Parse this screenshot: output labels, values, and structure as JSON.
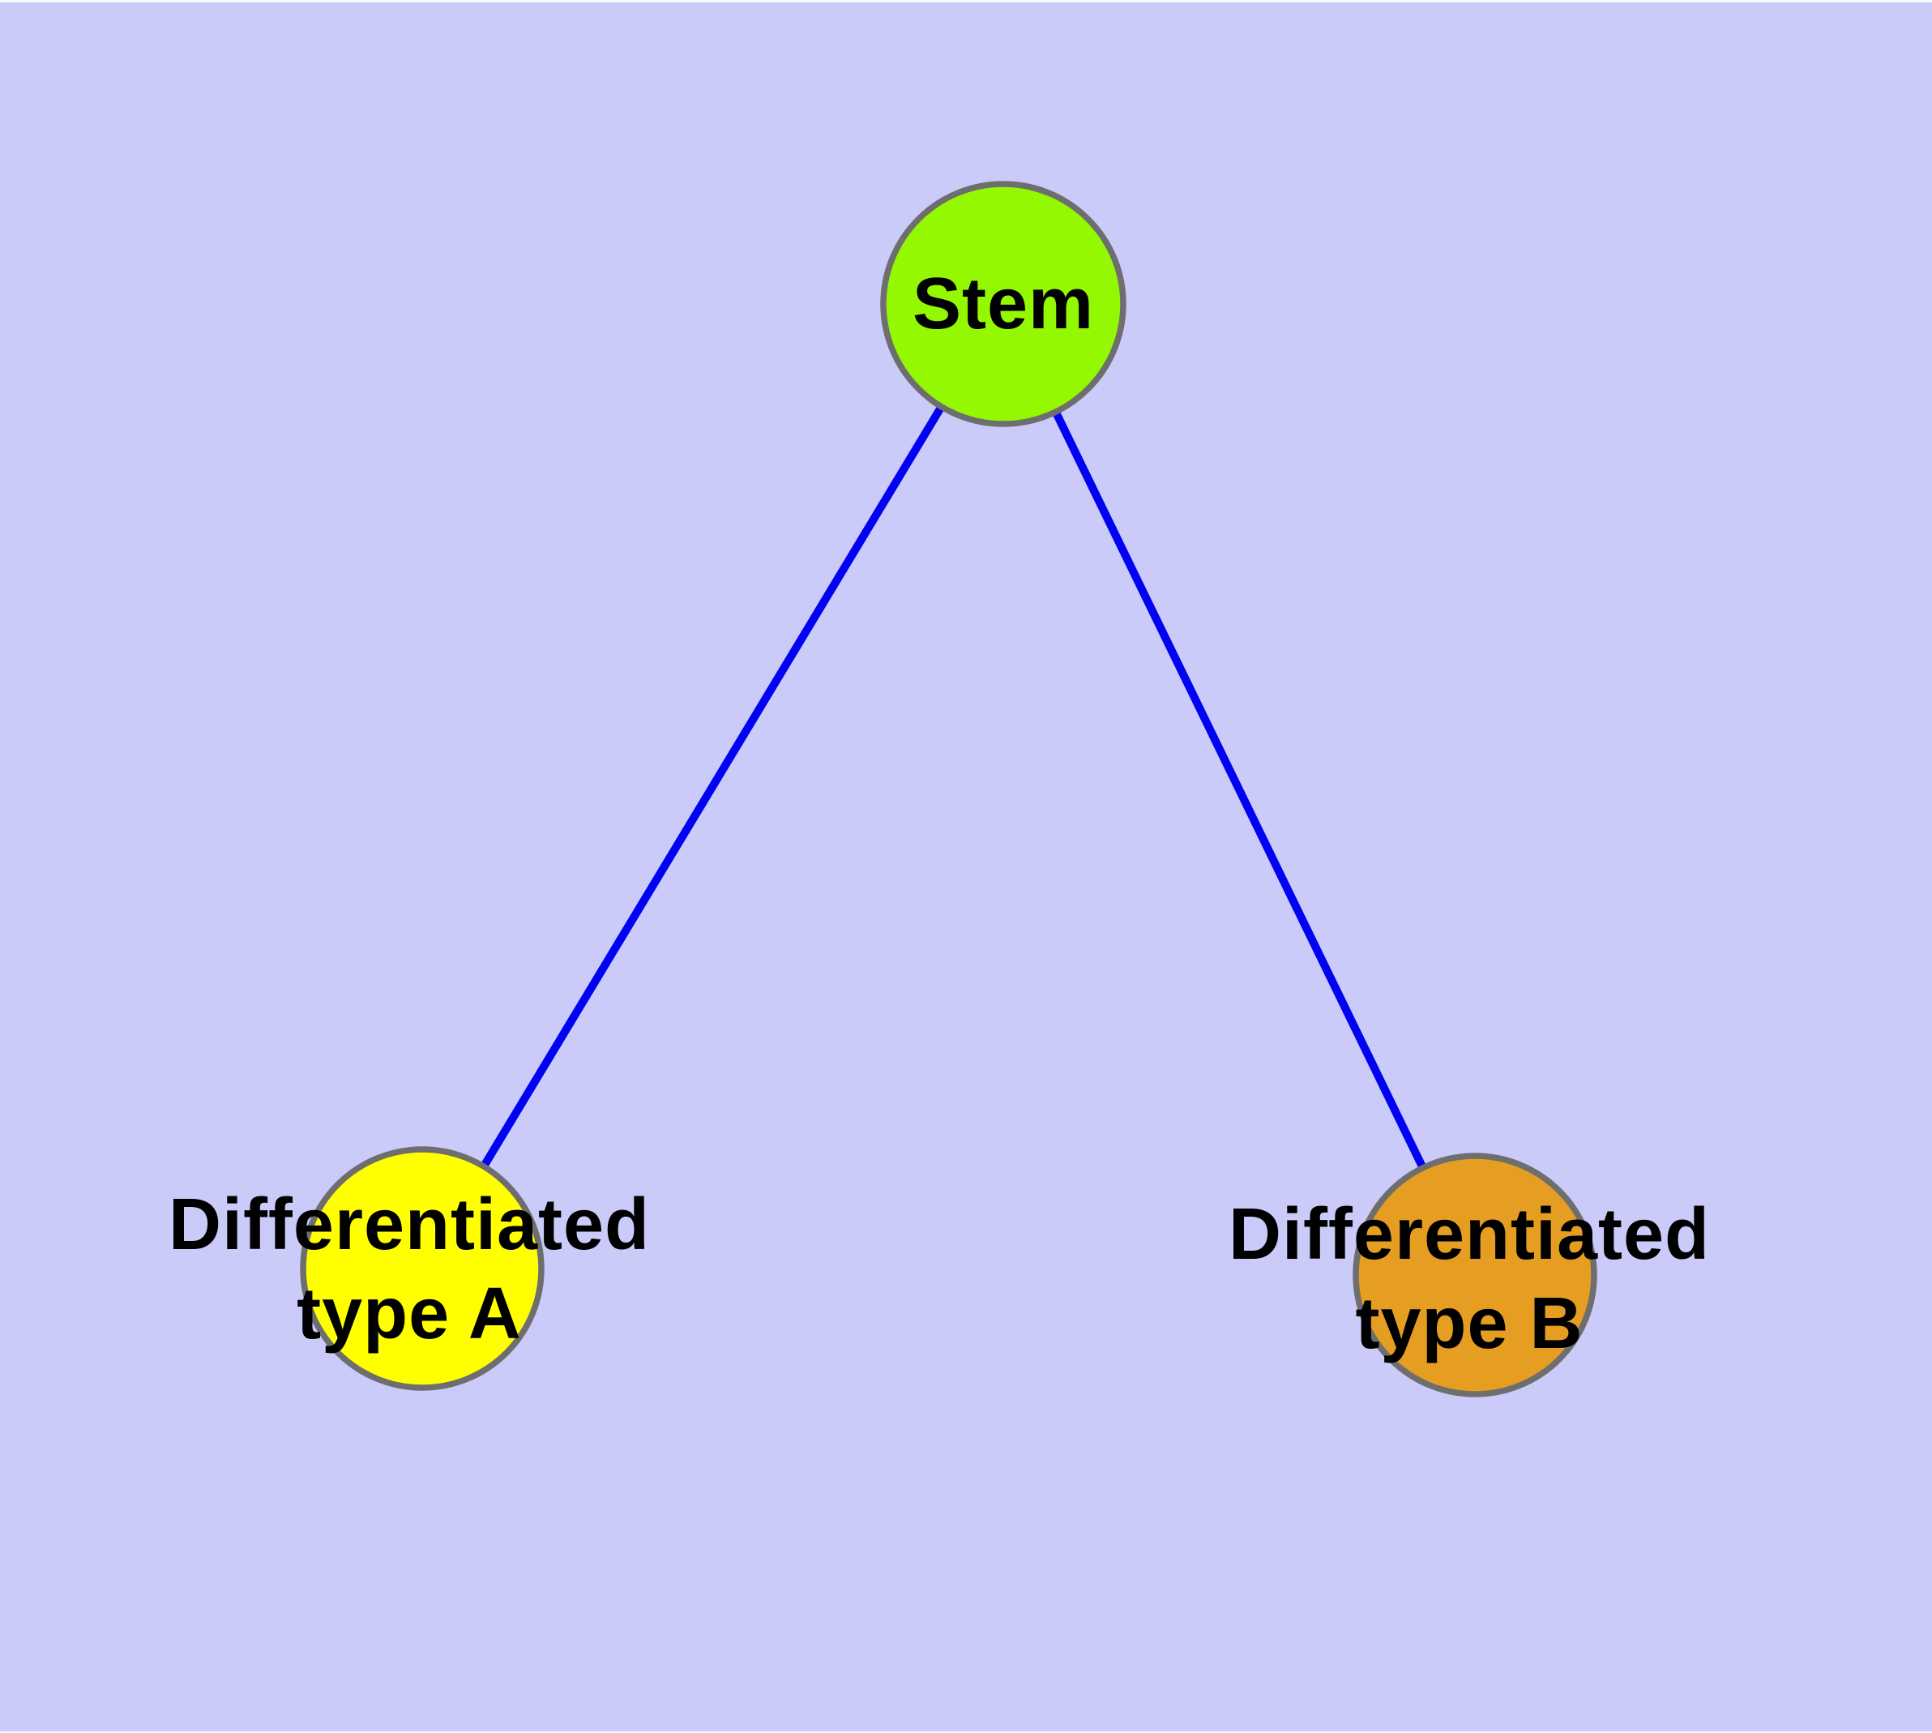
{
  "colors": {
    "background": "#CBCBFA",
    "outer_frame": "#F8F8F8",
    "edge": "#0202F2",
    "node_border": "#6E6E6E",
    "label_text": "#000000"
  },
  "graph": {
    "nodes": {
      "stem": {
        "label": "Stem",
        "color": "#94F802"
      },
      "diff_a": {
        "label_line1": "Differentiated",
        "label_line2": "type A",
        "color": "#FFFF00"
      },
      "diff_b": {
        "label_line1": "Differentiated",
        "label_line2": "type B",
        "color": "#E59E22"
      }
    },
    "edges": [
      {
        "from": "Stem",
        "to": "Differentiated type A"
      },
      {
        "from": "Stem",
        "to": "Differentiated type B"
      }
    ]
  }
}
